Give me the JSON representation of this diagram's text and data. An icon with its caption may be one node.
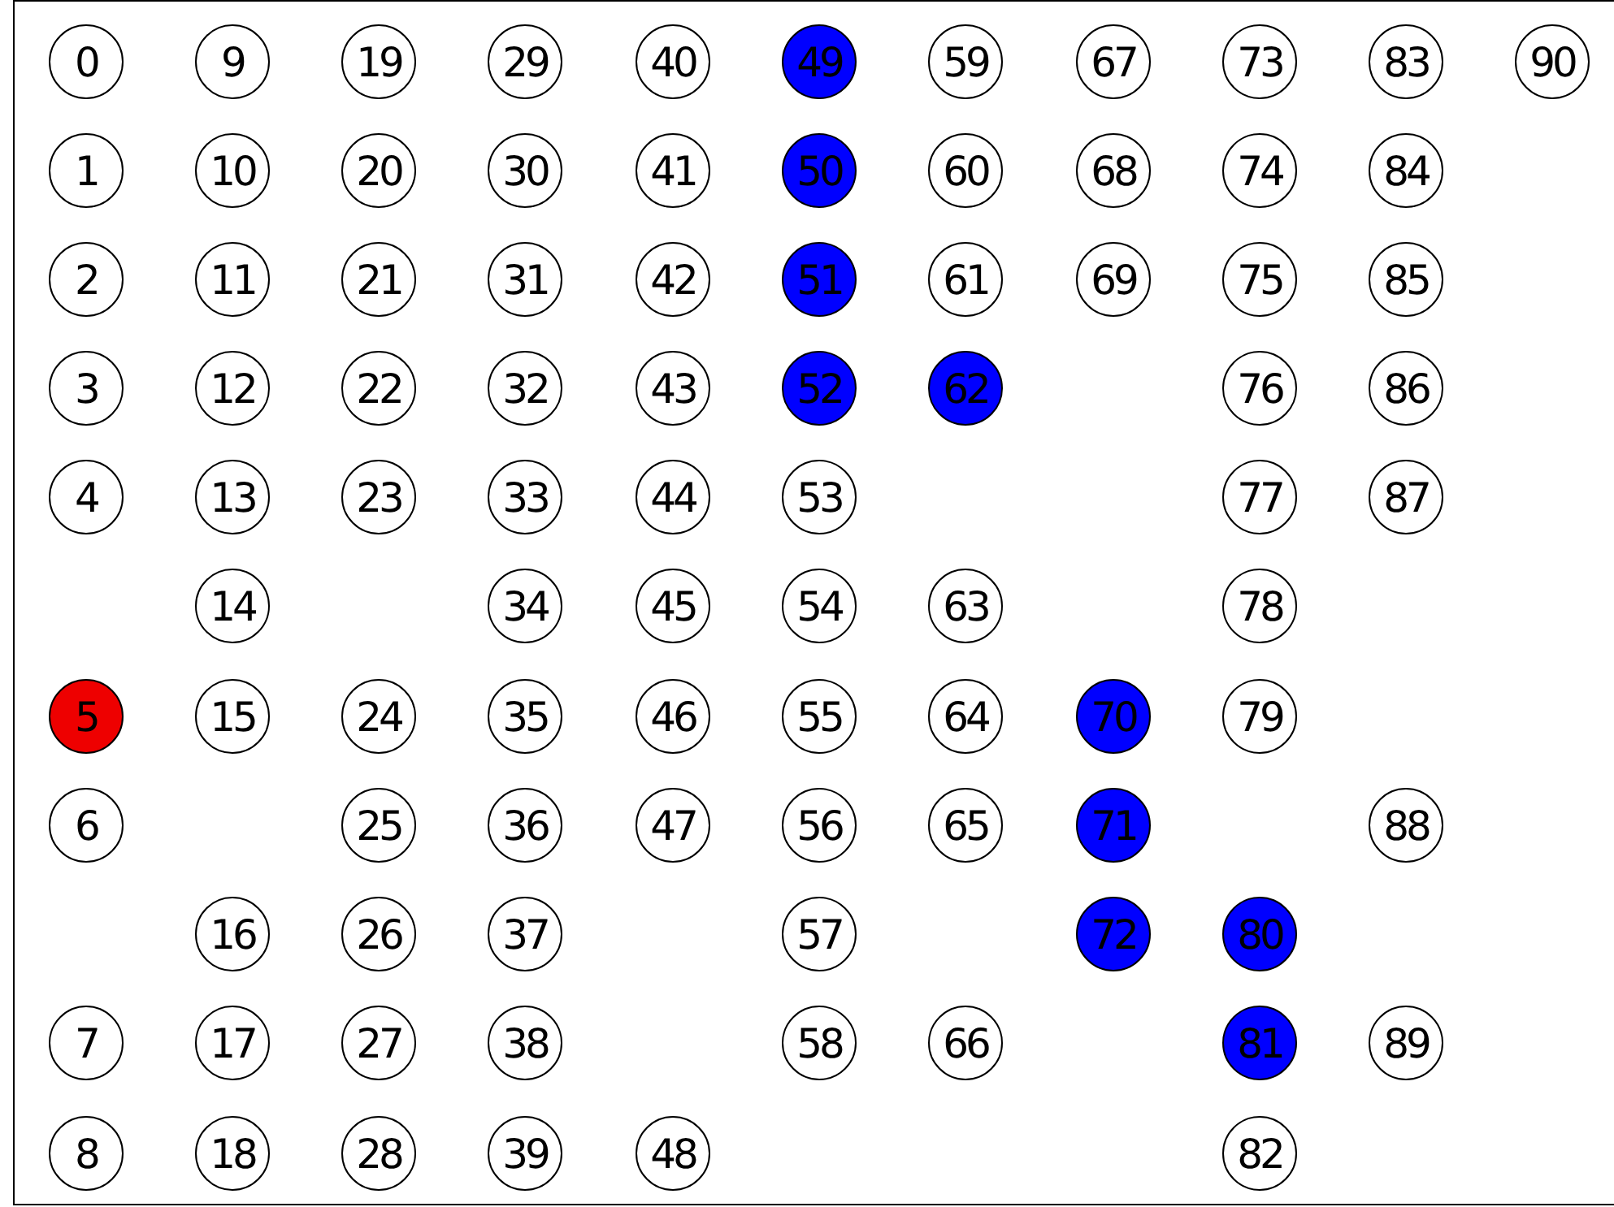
{
  "diagram": {
    "nodes": [
      {
        "text": [
          "0"
        ]
      },
      {
        "text": [
          "1"
        ]
      },
      {
        "text": [
          "2"
        ]
      },
      {
        "text": [
          "3"
        ]
      },
      {
        "text": [
          "4"
        ]
      },
      {
        "text": [
          "5"
        ]
      },
      {
        "text": [
          "6"
        ]
      },
      {
        "text": [
          "7"
        ]
      },
      {
        "text": [
          "8"
        ]
      },
      {
        "text": [
          "9"
        ]
      },
      {
        "text": [
          "10"
        ]
      },
      {
        "text": [
          "11"
        ]
      },
      {
        "text": [
          "12"
        ]
      },
      {
        "text": [
          "13"
        ]
      },
      {
        "text": [
          "14"
        ]
      },
      {
        "text": [
          "15"
        ]
      },
      {
        "text": [
          "16"
        ]
      },
      {
        "text": [
          "17"
        ]
      },
      {
        "text": [
          "18"
        ]
      },
      {
        "text": [
          "19"
        ]
      },
      {
        "text": [
          "20"
        ]
      },
      {
        "text": [
          "21"
        ]
      },
      {
        "text": [
          "22"
        ]
      },
      {
        "text": [
          "23"
        ]
      },
      {
        "text": [
          "24"
        ]
      },
      {
        "text": [
          "25"
        ]
      },
      {
        "text": [
          "26"
        ]
      },
      {
        "text": [
          "27"
        ]
      },
      {
        "text": [
          "28"
        ]
      },
      {
        "text": [
          "29"
        ]
      },
      {
        "text": [
          "30"
        ]
      },
      {
        "text": [
          "31"
        ]
      },
      {
        "text": [
          "32"
        ]
      },
      {
        "text": [
          "33"
        ]
      },
      {
        "text": [
          "34"
        ]
      },
      {
        "text": [
          "35"
        ]
      },
      {
        "text": [
          "36"
        ]
      },
      {
        "text": [
          "37"
        ]
      },
      {
        "text": [
          "38"
        ]
      },
      {
        "text": [
          "39"
        ]
      },
      {
        "text": [
          "40"
        ]
      },
      {
        "text": [
          "41"
        ]
      },
      {
        "text": [
          "42"
        ]
      },
      {
        "text": [
          "43"
        ]
      },
      {
        "text": [
          "44"
        ]
      },
      {
        "text": [
          "45"
        ]
      },
      {
        "text": [
          "46"
        ]
      },
      {
        "text": [
          "47"
        ]
      },
      {
        "text": [
          "48"
        ]
      },
      {
        "text": [
          "49"
        ]
      },
      {
        "text": [
          "50"
        ]
      },
      {
        "text": [
          "51"
        ]
      },
      {
        "text": [
          "52"
        ]
      },
      {
        "text": [
          "53"
        ]
      },
      {
        "text": [
          "54"
        ]
      },
      {
        "text": [
          "55"
        ]
      },
      {
        "text": [
          "56"
        ]
      },
      {
        "text": [
          "57"
        ]
      },
      {
        "text": [
          "58"
        ]
      },
      {
        "text": [
          "59"
        ]
      },
      {
        "text": [
          "60"
        ]
      },
      {
        "text": [
          "61"
        ]
      },
      {
        "text": [
          "62"
        ]
      },
      {
        "text": [
          "63"
        ]
      },
      {
        "text": [
          "64"
        ]
      },
      {
        "text": [
          "65"
        ]
      },
      {
        "text": [
          "66"
        ]
      },
      {
        "text": [
          "67"
        ]
      },
      {
        "text": [
          "68"
        ]
      },
      {
        "text": [
          "69"
        ]
      },
      {
        "text": [
          "70"
        ]
      },
      {
        "text": [
          "71"
        ]
      },
      {
        "text": [
          "72"
        ]
      },
      {
        "text": [
          "73"
        ]
      },
      {
        "text": [
          "74"
        ]
      },
      {
        "text": [
          "75"
        ]
      },
      {
        "text": [
          "76"
        ]
      },
      {
        "text": [
          "77"
        ]
      },
      {
        "text": [
          "78"
        ]
      },
      {
        "text": [
          "79"
        ]
      },
      {
        "text": [
          "80"
        ]
      },
      {
        "text": [
          "81"
        ]
      },
      {
        "text": [
          "82"
        ]
      },
      {
        "text": [
          "83"
        ]
      },
      {
        "text": [
          "84"
        ]
      },
      {
        "text": [
          "85"
        ]
      },
      {
        "text": [
          "86"
        ]
      },
      {
        "text": [
          "87"
        ]
      },
      {
        "text": [
          "88"
        ]
      },
      {
        "text": [
          "89"
        ]
      },
      {
        "text": [
          "90"
        ]
      }
    ]
  }
}
